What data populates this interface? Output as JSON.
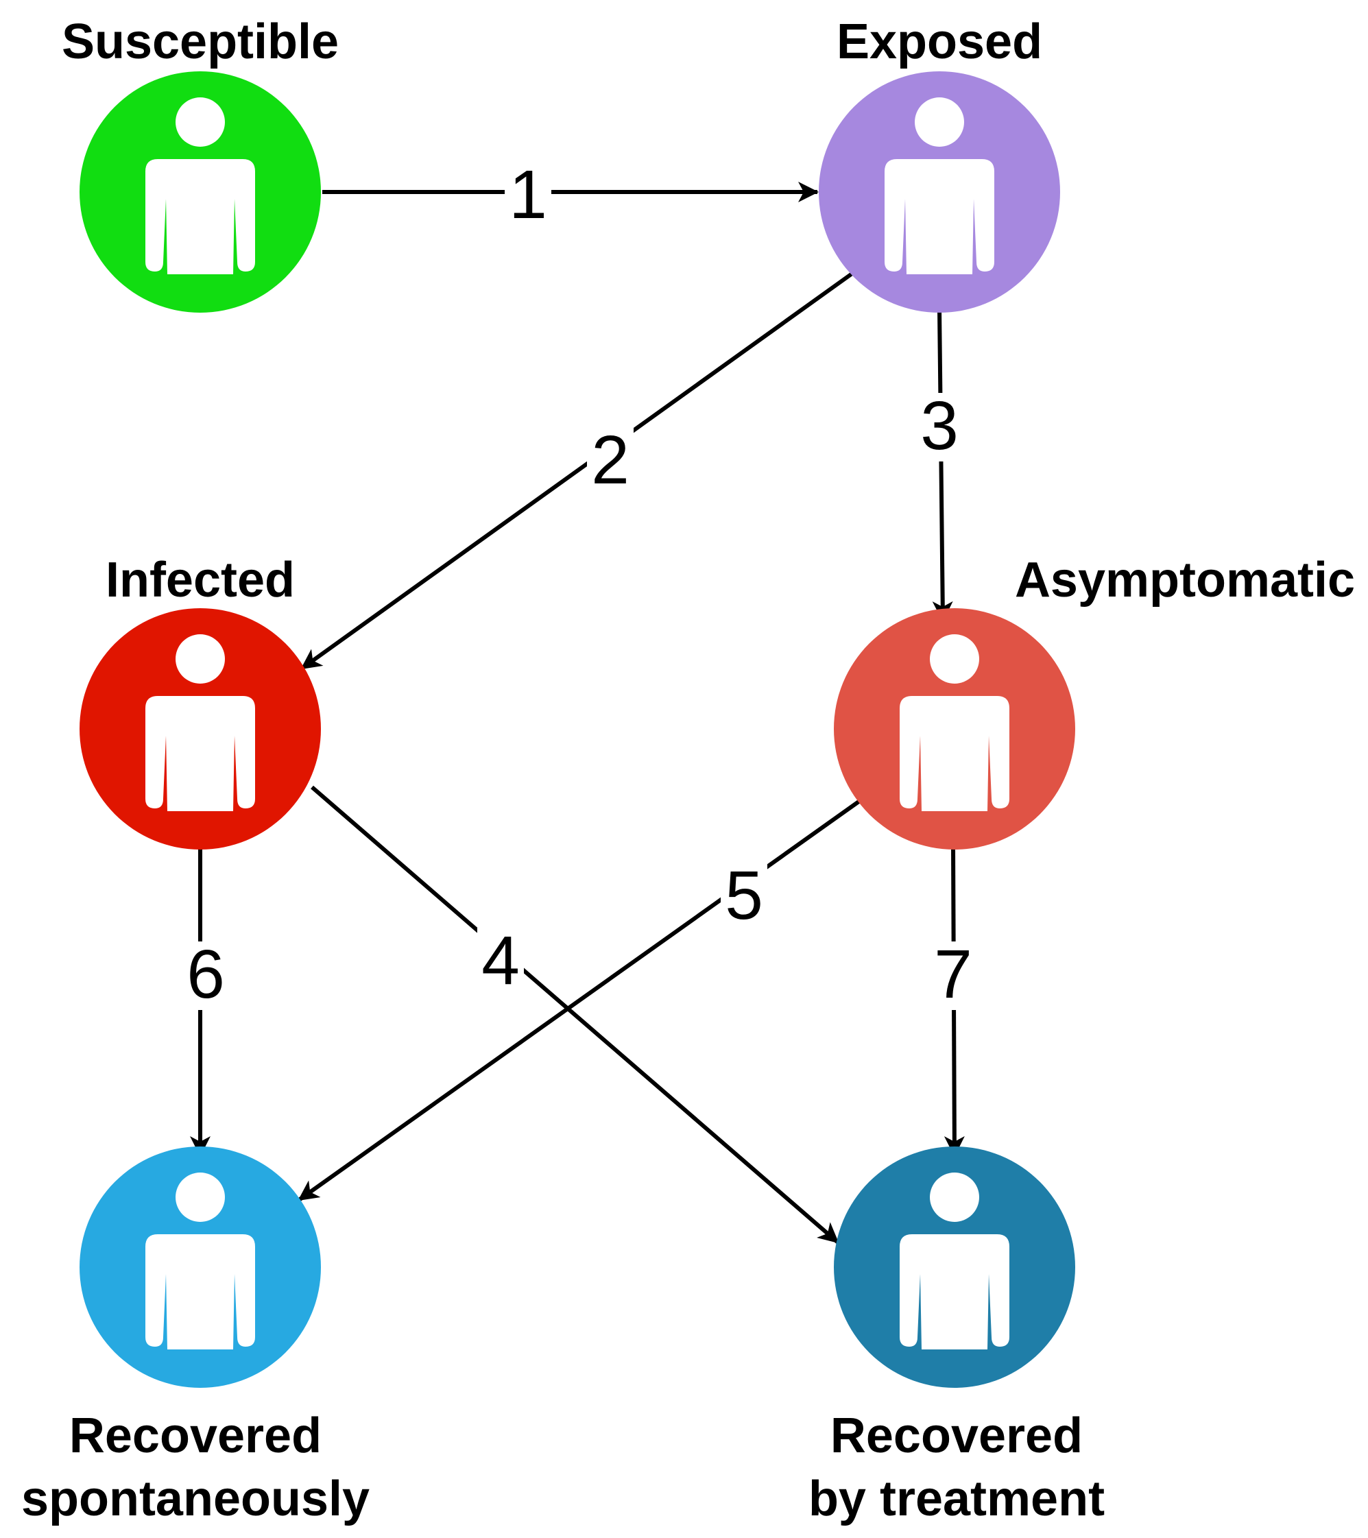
{
  "nodes": [
    {
      "id": "susceptible",
      "label_lines": [
        "Susceptible"
      ],
      "color": "#11dd11",
      "icon": "person-icon"
    },
    {
      "id": "exposed",
      "label_lines": [
        "Exposed"
      ],
      "color": "#a688df",
      "icon": "person-icon"
    },
    {
      "id": "infected",
      "label_lines": [
        "Infected"
      ],
      "color": "#e01500",
      "icon": "person-icon"
    },
    {
      "id": "asymptomatic",
      "label_lines": [
        "Asymptomatic"
      ],
      "color": "#e05345",
      "icon": "person-icon"
    },
    {
      "id": "recovered-spontaneously",
      "label_lines": [
        "Recovered",
        "spontaneously"
      ],
      "color": "#27a9e1",
      "icon": "person-icon"
    },
    {
      "id": "recovered-by-treatment",
      "label_lines": [
        "Recovered",
        "by treatment"
      ],
      "color": "#1f7ea8",
      "icon": "person-icon"
    }
  ],
  "edges": [
    {
      "label": "1",
      "from": "susceptible",
      "to": "exposed"
    },
    {
      "label": "2",
      "from": "exposed",
      "to": "infected"
    },
    {
      "label": "3",
      "from": "exposed",
      "to": "asymptomatic"
    },
    {
      "label": "4",
      "from": "infected",
      "to": "recovered-by-treatment"
    },
    {
      "label": "5",
      "from": "asymptomatic",
      "to": "recovered-spontaneously"
    },
    {
      "label": "6",
      "from": "infected",
      "to": "recovered-spontaneously"
    },
    {
      "label": "7",
      "from": "asymptomatic",
      "to": "recovered-by-treatment"
    }
  ]
}
